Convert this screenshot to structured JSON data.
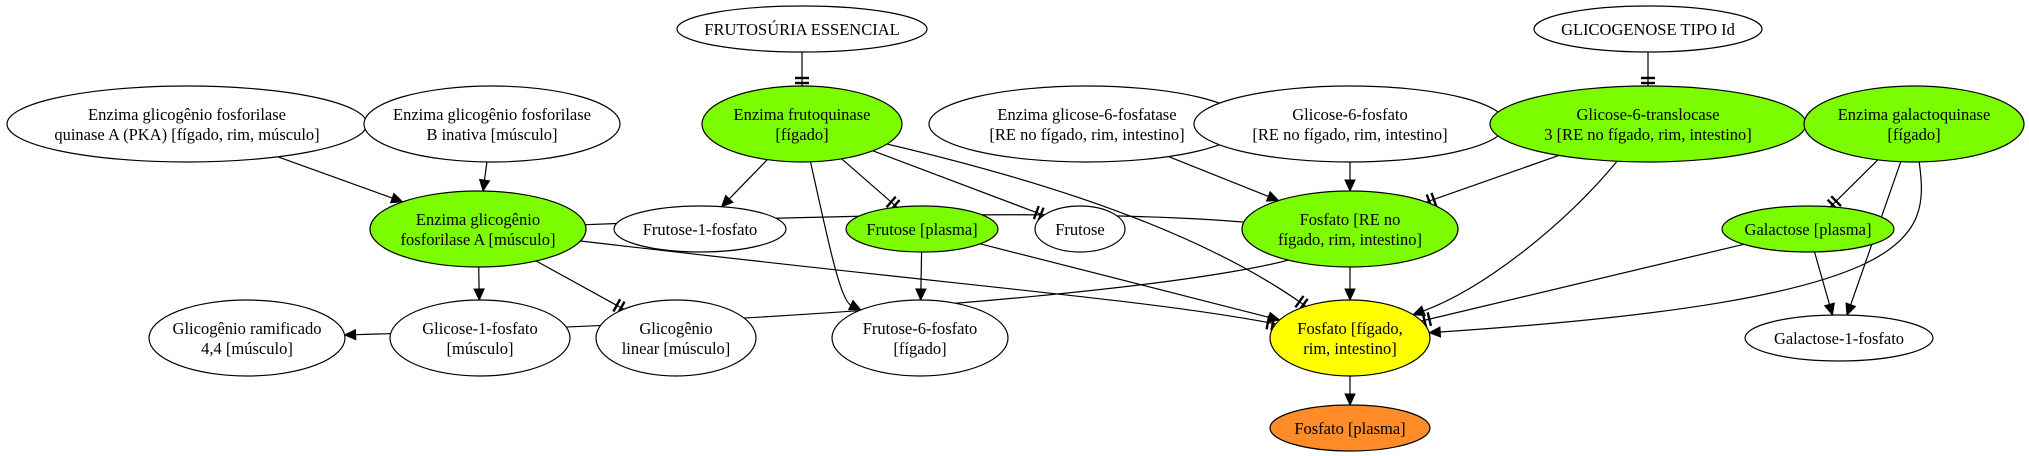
{
  "colors": {
    "enzyme_active": "#7cfc00",
    "highlight": "#ffff00",
    "output": "#ff8c28",
    "default": "#ffffff",
    "stroke": "#000000"
  },
  "nodes": [
    {
      "id": "frutosuria",
      "lines": [
        "FRUTOSÚRIA ESSENCIAL"
      ],
      "fill": "default"
    },
    {
      "id": "glicogenose",
      "lines": [
        "GLICOGENOSE TIPO Id"
      ],
      "fill": "default"
    },
    {
      "id": "pka",
      "lines": [
        "Enzima glicogênio fosforilase",
        "quinase A (PKA) [fígado, rim, músculo]"
      ],
      "fill": "default"
    },
    {
      "id": "fosfB",
      "lines": [
        "Enzima glicogênio fosforilase",
        "B inativa [músculo]"
      ],
      "fill": "default"
    },
    {
      "id": "frutoquinase",
      "lines": [
        "Enzima frutoquinase",
        "[fígado]"
      ],
      "fill": "enzyme_active"
    },
    {
      "id": "g6fase",
      "lines": [
        "Enzima glicose-6-fosfatase",
        "[RE no fígado, rim, intestino]"
      ],
      "fill": "default"
    },
    {
      "id": "g6p",
      "lines": [
        "Glicose-6-fosfato",
        "[RE no fígado, rim, intestino]"
      ],
      "fill": "default"
    },
    {
      "id": "g6t",
      "lines": [
        "Glicose-6-translocase",
        "3 [RE no fígado, rim, intestino]"
      ],
      "fill": "enzyme_active"
    },
    {
      "id": "galactoquinase",
      "lines": [
        "Enzima galactoquinase",
        "[fígado]"
      ],
      "fill": "enzyme_active"
    },
    {
      "id": "fosfA",
      "lines": [
        "Enzima glicogênio",
        "fosforilase A [músculo]"
      ],
      "fill": "enzyme_active"
    },
    {
      "id": "f1p",
      "lines": [
        "Frutose-1-fosfato"
      ],
      "fill": "default"
    },
    {
      "id": "frutosePlasma",
      "lines": [
        "Frutose [plasma]"
      ],
      "fill": "enzyme_active"
    },
    {
      "id": "frutose",
      "lines": [
        "Frutose"
      ],
      "fill": "default"
    },
    {
      "id": "fosfatoRE",
      "lines": [
        "Fosfato [RE no",
        "fígado, rim, intestino]"
      ],
      "fill": "enzyme_active"
    },
    {
      "id": "galactosePlasma",
      "lines": [
        "Galactose [plasma]"
      ],
      "fill": "enzyme_active"
    },
    {
      "id": "glicRam",
      "lines": [
        "Glicogênio ramificado",
        "4,4 [músculo]"
      ],
      "fill": "default"
    },
    {
      "id": "g1p",
      "lines": [
        "Glicose-1-fosfato",
        "[músculo]"
      ],
      "fill": "default"
    },
    {
      "id": "glicLin",
      "lines": [
        "Glicogênio",
        "linear [músculo]"
      ],
      "fill": "default"
    },
    {
      "id": "f6p",
      "lines": [
        "Frutose-6-fosfato",
        "[fígado]"
      ],
      "fill": "default"
    },
    {
      "id": "fosfatoFig",
      "lines": [
        "Fosfato [fígado,",
        "rim, intestino]"
      ],
      "fill": "highlight"
    },
    {
      "id": "gal1p",
      "lines": [
        "Galactose-1-fosfato"
      ],
      "fill": "default"
    },
    {
      "id": "fosfatoPlasma",
      "lines": [
        "Fosfato [plasma]"
      ],
      "fill": "output"
    }
  ],
  "edges": [
    {
      "from": "frutosuria",
      "to": "frutoquinase",
      "type": "tee"
    },
    {
      "from": "glicogenose",
      "to": "g6t",
      "type": "tee"
    },
    {
      "from": "pka",
      "to": "fosfA",
      "type": "arrow"
    },
    {
      "from": "fosfB",
      "to": "fosfA",
      "type": "arrow"
    },
    {
      "from": "frutoquinase",
      "to": "f1p",
      "type": "arrow"
    },
    {
      "from": "frutoquinase",
      "to": "frutosePlasma",
      "type": "tee"
    },
    {
      "from": "frutoquinase",
      "to": "frutose",
      "type": "tee"
    },
    {
      "from": "frutoquinase",
      "to": "f6p",
      "type": "arrow"
    },
    {
      "from": "frutoquinase",
      "to": "fosfatoFig",
      "type": "tee"
    },
    {
      "from": "g6fase",
      "to": "fosfatoRE",
      "type": "arrow"
    },
    {
      "from": "g6p",
      "to": "fosfatoRE",
      "type": "arrow"
    },
    {
      "from": "g6t",
      "to": "fosfatoRE",
      "type": "tee"
    },
    {
      "from": "g6t",
      "to": "fosfatoFig",
      "type": "arrow"
    },
    {
      "from": "galactoquinase",
      "to": "galactosePlasma",
      "type": "tee"
    },
    {
      "from": "galactoquinase",
      "to": "gal1p",
      "type": "arrow"
    },
    {
      "from": "galactoquinase",
      "to": "fosfatoFig",
      "type": "arrow"
    },
    {
      "from": "fosfA",
      "to": "glicRam",
      "type": "arrow"
    },
    {
      "from": "fosfA",
      "to": "g1p",
      "type": "arrow"
    },
    {
      "from": "fosfA",
      "to": "glicLin",
      "type": "tee"
    },
    {
      "from": "fosfA",
      "to": "fosfatoFig",
      "type": "tee"
    },
    {
      "from": "frutosePlasma",
      "to": "f6p",
      "type": "arrow"
    },
    {
      "from": "frutosePlasma",
      "to": "fosfatoFig",
      "type": "arrow"
    },
    {
      "from": "fosfatoRE",
      "to": "fosfatoFig",
      "type": "arrow"
    },
    {
      "from": "galactosePlasma",
      "to": "gal1p",
      "type": "arrow"
    },
    {
      "from": "galactosePlasma",
      "to": "fosfatoFig",
      "type": "tee"
    },
    {
      "from": "fosfatoFig",
      "to": "fosfatoPlasma",
      "type": "arrow"
    }
  ]
}
